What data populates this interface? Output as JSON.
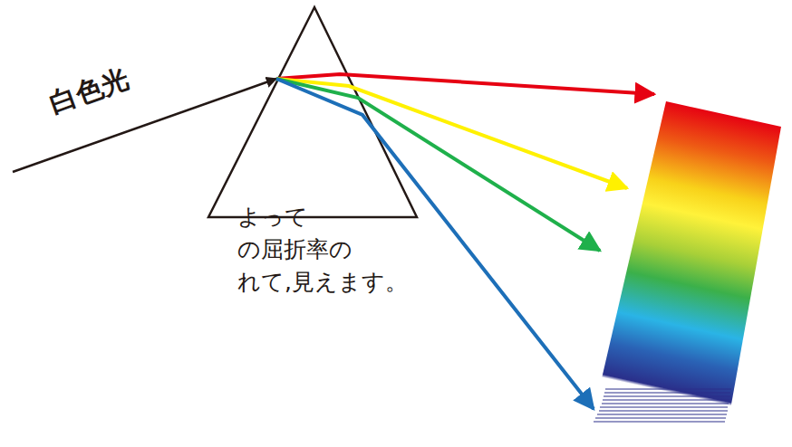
{
  "diagram": {
    "labels": [
      "白色光",
      "よって",
      "の屈折率の",
      "れて,見えます。"
    ]
  }
}
